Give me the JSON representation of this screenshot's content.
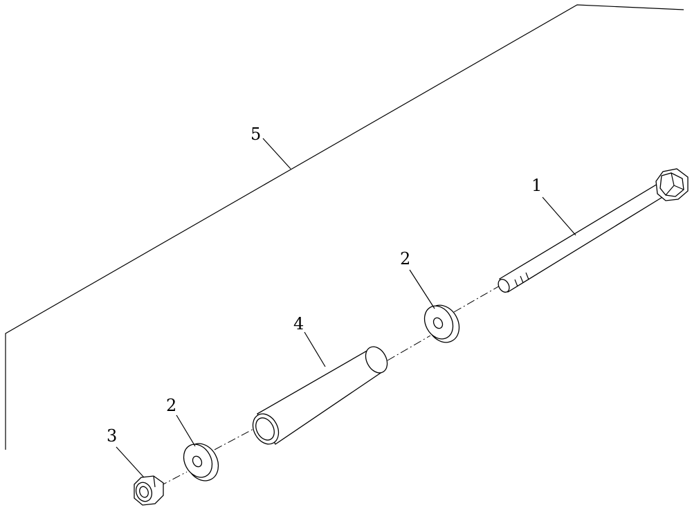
{
  "diagram": {
    "type": "exploded-assembly",
    "callouts": [
      {
        "id": "c1",
        "label": "1",
        "part": "bolt"
      },
      {
        "id": "c2a",
        "label": "2",
        "part": "washer-right"
      },
      {
        "id": "c2b",
        "label": "2",
        "part": "washer-left"
      },
      {
        "id": "c3",
        "label": "3",
        "part": "nut"
      },
      {
        "id": "c4",
        "label": "4",
        "part": "spacer-tube"
      },
      {
        "id": "c5",
        "label": "5",
        "part": "frame-panel"
      }
    ]
  }
}
